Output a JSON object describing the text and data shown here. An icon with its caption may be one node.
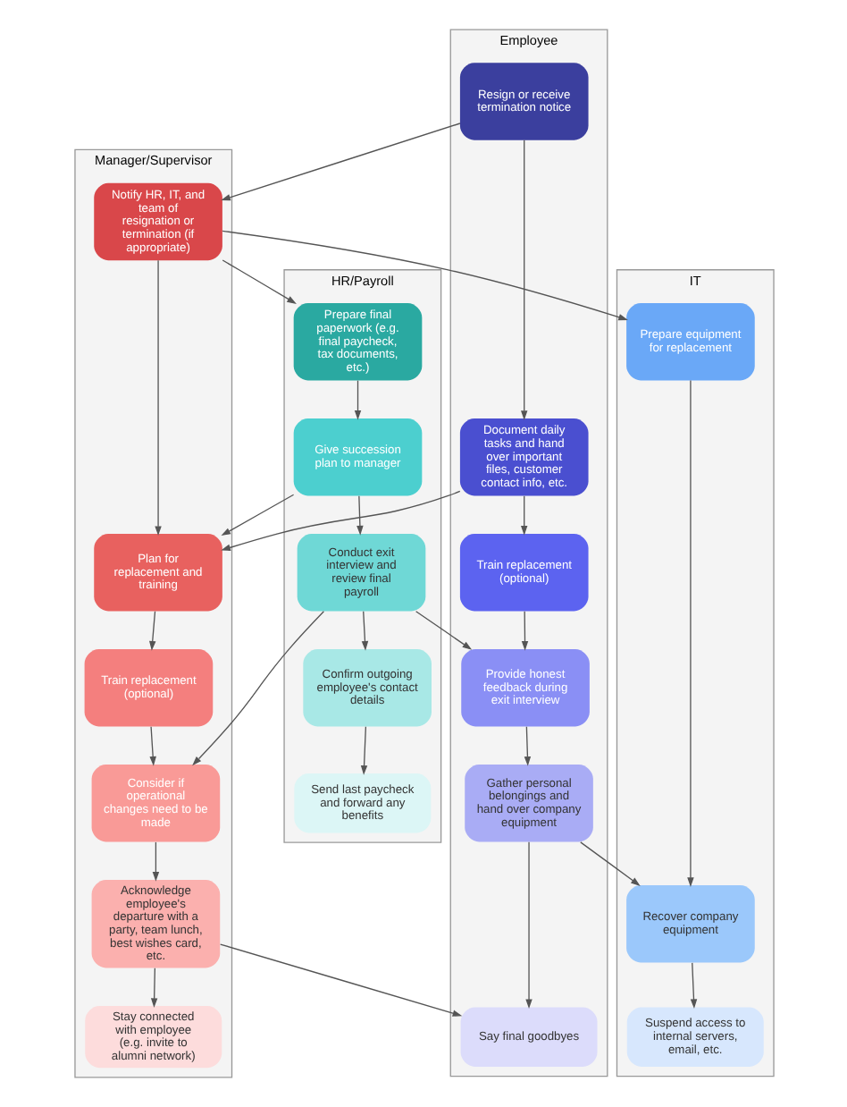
{
  "diagram": {
    "nodes": [
      {
        "text": [
          "Employee"
        ]
      },
      {
        "text": [
          "Manager/Supervisor"
        ]
      },
      {
        "text": [
          "HR/Payroll"
        ]
      },
      {
        "text": [
          "IT"
        ]
      },
      {
        "text": [
          "Resign or receive termination notice"
        ],
        "in": 0
      },
      {
        "text": [
          "Notify HR, IT, and team of resignation or termination (if appropriate)"
        ],
        "in": 1
      },
      {
        "text": [
          "Prepare final paperwork (e.g. final paycheck, tax documents, etc.)"
        ],
        "in": 2
      },
      {
        "text": [
          "Document daily tasks and hand over important files, customer contact info, etc."
        ],
        "in": 0
      },
      {
        "text": [
          "Plan for replacement and training"
        ],
        "in": 1
      },
      {
        "text": [
          "Give succession plan to manager"
        ],
        "in": 2
      },
      {
        "text": [
          "Prepare equipment for replacement"
        ],
        "in": 3
      },
      {
        "text": [
          "Train replacement (optional)"
        ],
        "in": 0
      },
      {
        "text": [
          "Train replacement (optional)"
        ],
        "in": 1
      },
      {
        "text": [
          "Provide honest feedback during exit interview"
        ],
        "in": 0
      },
      {
        "text": [
          "Conduct exit interview and review final payroll"
        ],
        "in": 2
      },
      {
        "text": [
          "Consider if operational changes need to be made"
        ],
        "in": 1
      },
      {
        "text": [
          "Gather personal belongings and hand over company equipment"
        ],
        "in": 0
      },
      {
        "text": [
          "Recover company equipment"
        ],
        "in": 3
      },
      {
        "text": [
          "Acknowledge employee's departure with a party, team lunch, best wishes card, etc."
        ],
        "in": 1
      },
      {
        "text": [
          "Confirm outgoing employee's contact details"
        ],
        "in": 2
      },
      {
        "text": [
          "Say final goodbyes"
        ],
        "in": 0
      },
      {
        "text": [
          "Stay connected with employee (e.g. invite to alumni network)"
        ],
        "in": 1
      },
      {
        "text": [
          "Send last paycheck and forward any benefits"
        ],
        "in": 2
      },
      {
        "text": [
          "Suspend access to internal servers, email, etc."
        ],
        "in": 3
      }
    ],
    "edges": [
      {
        "from": 4,
        "to": 5,
        "arrow": "to"
      },
      {
        "from": 5,
        "to": 6,
        "arrow": "to"
      },
      {
        "from": 4,
        "to": 7,
        "arrow": "to"
      },
      {
        "from": 5,
        "to": 8,
        "arrow": "to"
      },
      {
        "from": 5,
        "to": 10,
        "arrow": "to"
      },
      {
        "from": 6,
        "to": 9,
        "arrow": "to"
      },
      {
        "from": 7,
        "to": 8,
        "arrow": "to"
      },
      {
        "from": 9,
        "to": 8,
        "arrow": "to"
      },
      {
        "from": 7,
        "to": 11,
        "arrow": "to"
      },
      {
        "from": 8,
        "to": 12,
        "arrow": "to"
      },
      {
        "from": 11,
        "to": 13,
        "arrow": "to"
      },
      {
        "from": 9,
        "to": 14,
        "arrow": "to"
      },
      {
        "from": 14,
        "to": 13,
        "arrow": "to"
      },
      {
        "from": 12,
        "to": 15,
        "arrow": "to"
      },
      {
        "from": 14,
        "to": 15,
        "arrow": "to"
      },
      {
        "from": 13,
        "to": 16,
        "arrow": "to"
      },
      {
        "from": 16,
        "to": 17,
        "arrow": "to"
      },
      {
        "from": 10,
        "to": 17,
        "arrow": "to"
      },
      {
        "from": 15,
        "to": 18,
        "arrow": "to"
      },
      {
        "from": 14,
        "to": 19,
        "arrow": "to"
      },
      {
        "from": 16,
        "to": 20,
        "arrow": "to"
      },
      {
        "from": 18,
        "to": 20,
        "arrow": "to"
      },
      {
        "from": 18,
        "to": 21,
        "arrow": "to"
      },
      {
        "from": 19,
        "to": 22,
        "arrow": "to"
      },
      {
        "from": 17,
        "to": 23,
        "arrow": "to"
      }
    ]
  }
}
